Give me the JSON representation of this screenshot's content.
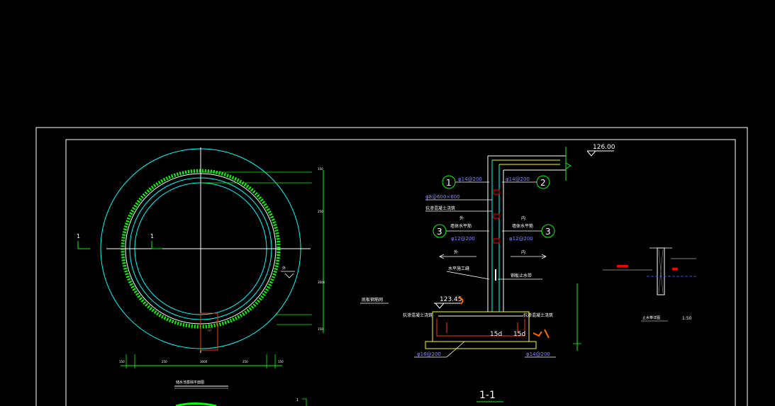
{
  "drawing": {
    "elevation_top": "126.00",
    "elevation_base": "123.45",
    "section_marker": "1",
    "section_title": "1-1",
    "scale": "1:50",
    "callouts": [
      "1",
      "2",
      "3",
      "3"
    ],
    "rebar": {
      "r1": "φ14@200",
      "r2": "φ14@200",
      "r3_left": "φ12@200",
      "r3_right": "φ12@200",
      "tie": "φ8@600×600",
      "bottom_left": "φ16@200",
      "bottom_right": "φ14@200",
      "lap_left": "15d",
      "lap_right": "15d"
    },
    "labels": {
      "plan_title": "储水池基础平面图",
      "outer_note": "外",
      "inner_note": "内",
      "wall_note_left": "墙体水平筋",
      "wall_note_right": "墙体水平筋",
      "water_stop": "钢板止水带",
      "construction_joint": "水平施工缝",
      "pour_note": "抗渗混凝土浇筑",
      "base_note": "底板钢筋网",
      "detail_title": "止水带详图"
    },
    "dimensions": [
      "150",
      "250",
      "3000",
      "250",
      "150"
    ],
    "colors": {
      "frame": "#ffffff",
      "cyan": "#00ffff",
      "green": "#00ff00",
      "yellow": "#ffff00",
      "red": "#ff0000",
      "blue": "#4444ff",
      "orange": "#ff6600"
    }
  }
}
